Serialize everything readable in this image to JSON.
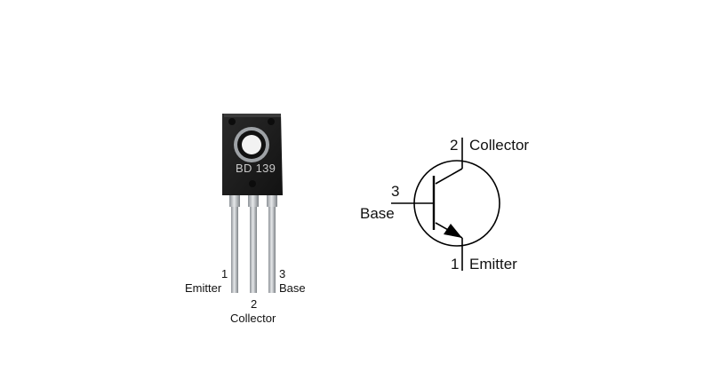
{
  "component": {
    "marking": "BD 139"
  },
  "package_pins": [
    {
      "number": "1",
      "name": "Emitter"
    },
    {
      "number": "2",
      "name": "Collector"
    },
    {
      "number": "3",
      "name": "Base"
    }
  ],
  "symbol_pins": {
    "collector": {
      "number": "2",
      "name": "Collector"
    },
    "base": {
      "number": "3",
      "name": "Base"
    },
    "emitter": {
      "number": "1",
      "name": "Emitter"
    }
  },
  "colors": {
    "body": "#1c1c1c",
    "leads": "#b9bdc2",
    "line": "#000000"
  }
}
